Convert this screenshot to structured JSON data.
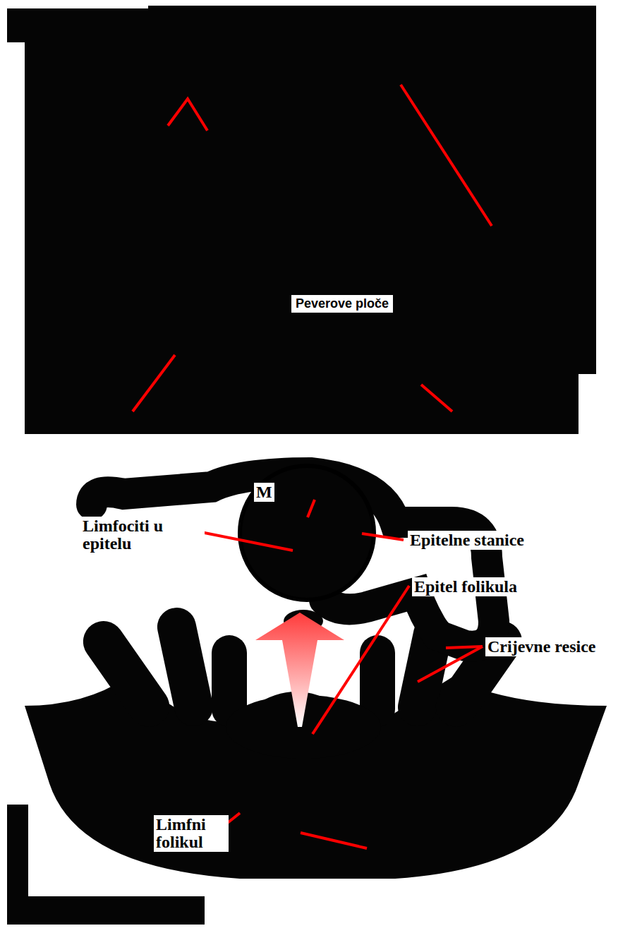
{
  "diagram": {
    "nodes": [
      {
        "text": [
          "Peverove ploče"
        ]
      }
    ],
    "labels": [
      "M",
      "Limfociti u epitelu",
      "Epitelne stanice",
      "Epitel folikula",
      "Crijevne resice",
      "Limfni folikul"
    ]
  }
}
